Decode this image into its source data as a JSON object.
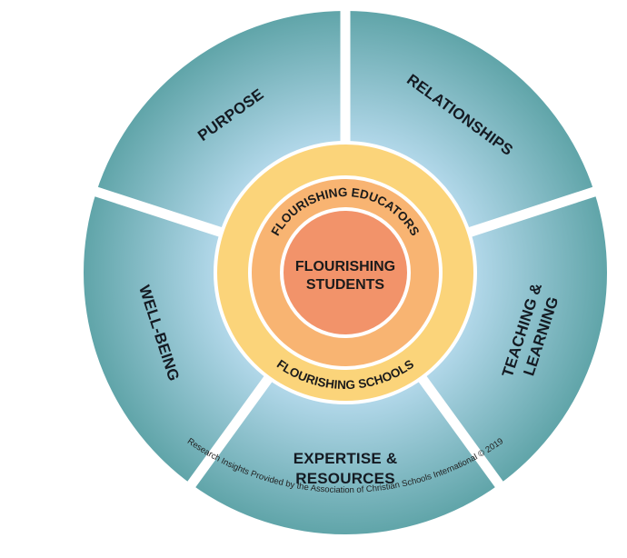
{
  "diagram": {
    "segments": [
      {
        "key": "purpose",
        "label": [
          "PURPOSE"
        ]
      },
      {
        "key": "relationships",
        "label": [
          "RELATIONSHIPS"
        ]
      },
      {
        "key": "teaching-learning",
        "label": [
          "TEACHING &",
          "LEARNING"
        ]
      },
      {
        "key": "expertise-resources",
        "label": [
          "EXPERTISE &",
          "RESOURCES"
        ]
      },
      {
        "key": "well-being",
        "label": [
          "WELL-BEING"
        ]
      }
    ],
    "rings": {
      "outer": {
        "top_label": "",
        "bottom_label": "FLOURISHING SCHOOLS"
      },
      "middle": {
        "top_label": "FLOURISHING EDUCATORS"
      },
      "core": {
        "label_line1": "FLOURISHING",
        "label_line2": "STUDENTS"
      }
    },
    "credit": "Research Insights Provided by the Association of Christian Schools International © 2019",
    "colors": {
      "segment_edge": "#5fa4a8",
      "segment_center": "#b9dcef",
      "outer_ring": "#fbd47a",
      "middle_ring": "#f8b472",
      "core": "#f2936a",
      "divider": "#ffffff"
    }
  }
}
